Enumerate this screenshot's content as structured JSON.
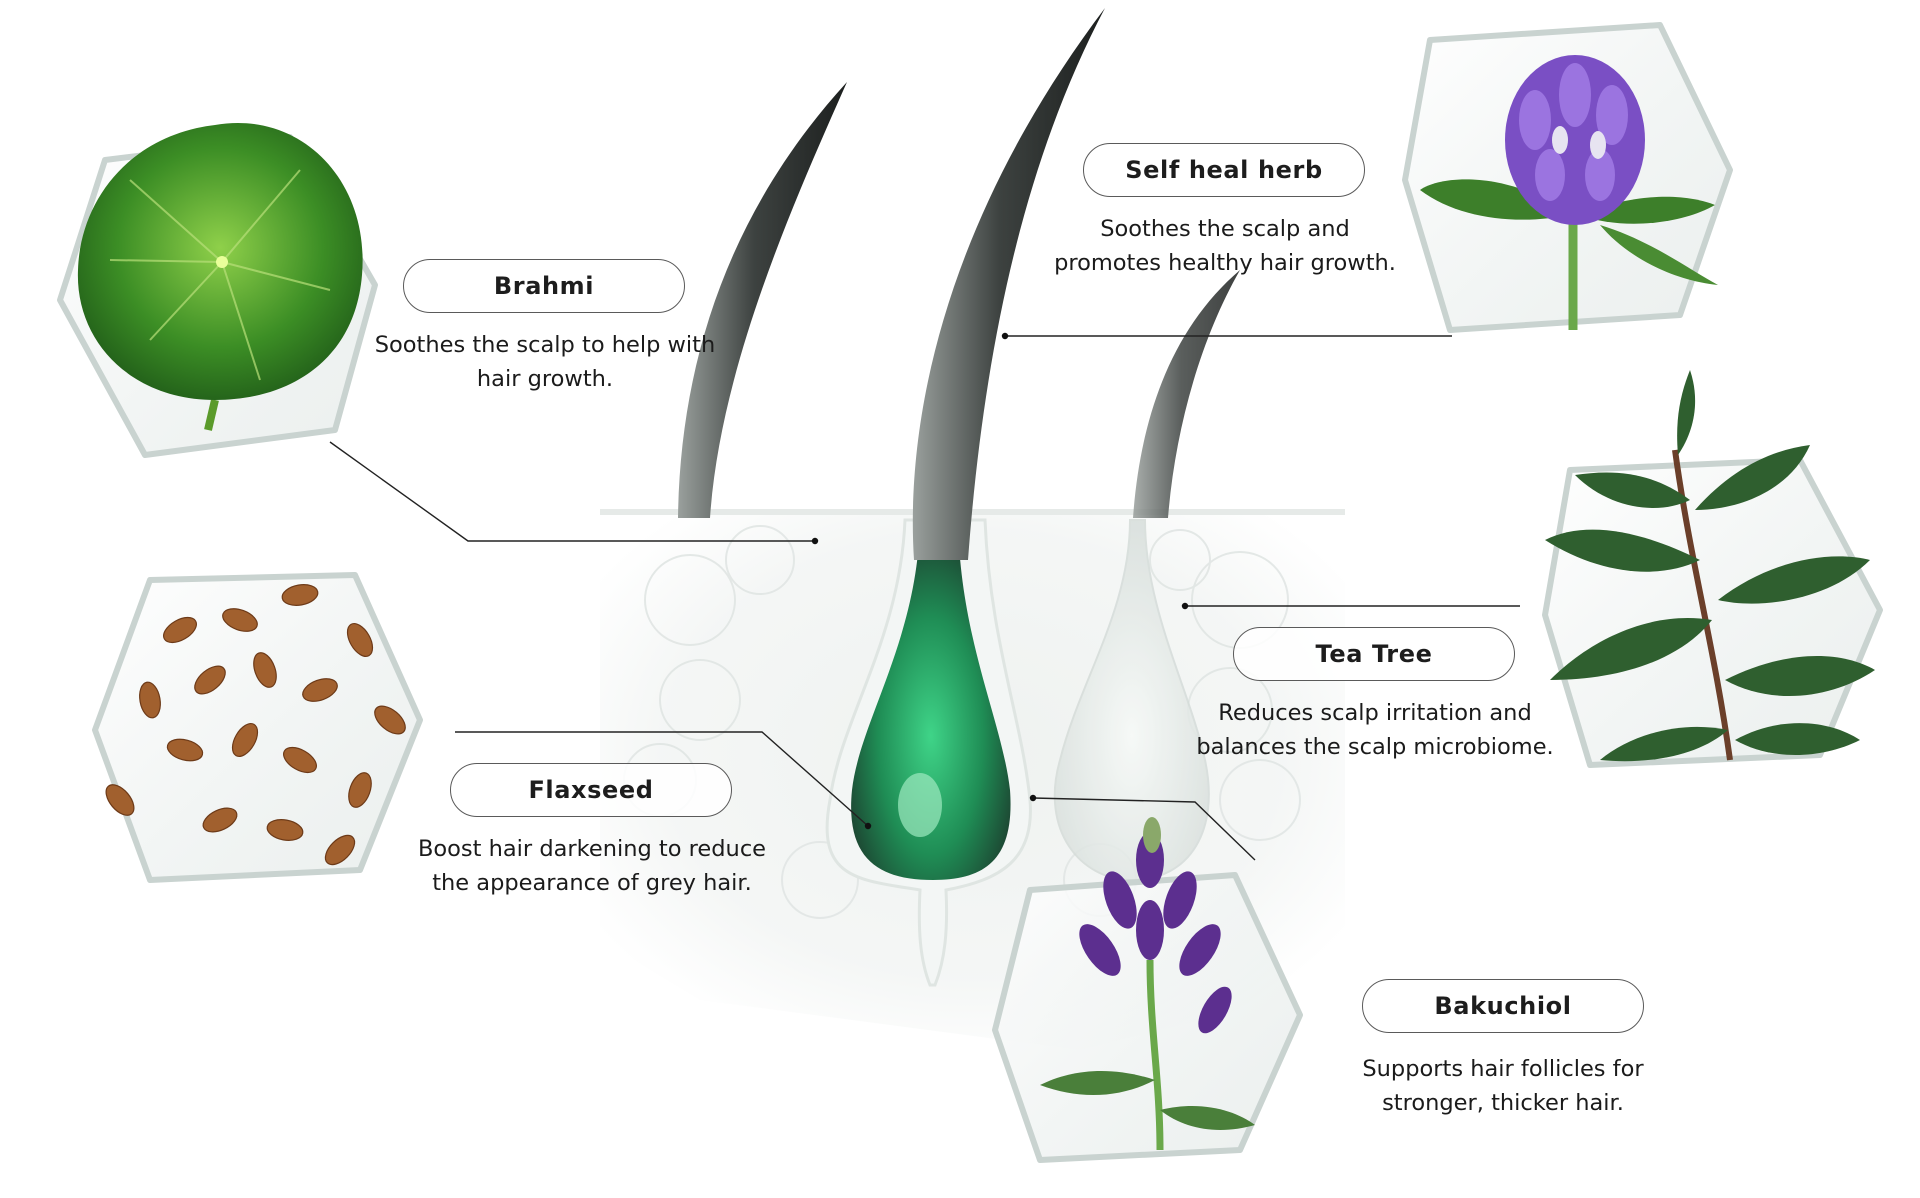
{
  "ingredients": [
    {
      "name": "Brahmi",
      "description": "Soothes the scalp to help with hair growth.",
      "icon": "pennywort-leaf-icon"
    },
    {
      "name": "Self heal herb",
      "description": "Soothes the scalp and promotes healthy hair growth.",
      "icon": "self-heal-flower-icon"
    },
    {
      "name": "Tea Tree",
      "description": "Reduces scalp irritation and balances the scalp microbiome.",
      "icon": "tea-tree-branch-icon"
    },
    {
      "name": "Flaxseed",
      "description": "Boost hair darkening to reduce the appearance of grey hair.",
      "icon": "flaxseed-icon"
    },
    {
      "name": "Bakuchiol",
      "description": "Supports hair follicles for stronger, thicker hair.",
      "icon": "bakuchiol-flower-icon"
    }
  ],
  "colors": {
    "hair": "#2f3432",
    "follicle_green": "#1f9a5a",
    "connector": "#222222",
    "leaf_green": "#3f8f2a",
    "flower_purple": "#7a4fc4",
    "seed_brown": "#9a5a2a"
  }
}
